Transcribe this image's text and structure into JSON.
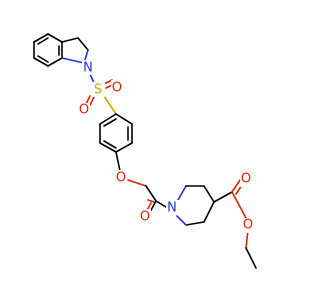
{
  "molecule": {
    "atoms": {
      "indoline_n": "N",
      "sulfonyl_s": "S",
      "sulfonyl_o1": "O",
      "sulfonyl_o2": "O",
      "ether_o": "O",
      "amide_o": "O",
      "piperidine_n": "N",
      "ester_carbonyl_o": "O",
      "ester_o": "O"
    }
  },
  "colors": {
    "carbon": "#000000",
    "nitrogen": "#2233dd",
    "oxygen": "#dd2200",
    "sulfur": "#c8a800",
    "background": "#ffffff"
  }
}
